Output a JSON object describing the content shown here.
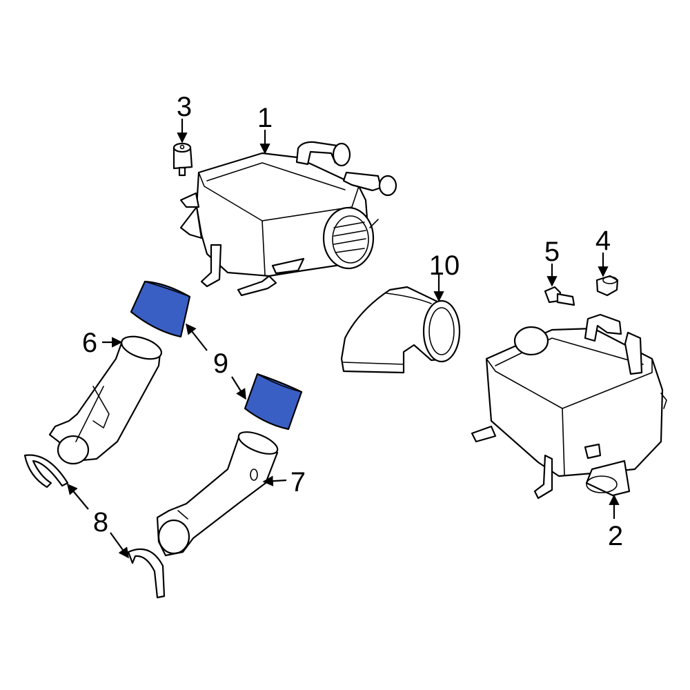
{
  "colors": {
    "highlight": "#3a5fc4",
    "line": "#000000",
    "background": "#ffffff"
  },
  "callouts": {
    "c1": "1",
    "c2": "2",
    "c3": "3",
    "c4": "4",
    "c5": "5",
    "c6": "6",
    "c7": "7",
    "c8": "8",
    "c9": "9",
    "c10": "10"
  }
}
